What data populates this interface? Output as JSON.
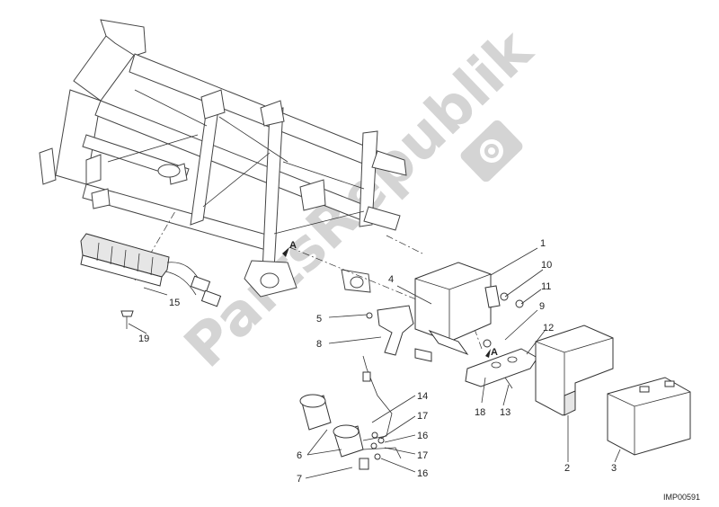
{
  "diagram": {
    "ref_code": "IMP00591",
    "watermark": "PartsRepublik",
    "marker_a_1": "A",
    "marker_a_2": "A",
    "callouts": [
      {
        "id": "c1",
        "label": "1"
      },
      {
        "id": "c2",
        "label": "2"
      },
      {
        "id": "c3",
        "label": "3"
      },
      {
        "id": "c4",
        "label": "4"
      },
      {
        "id": "c5",
        "label": "5"
      },
      {
        "id": "c6",
        "label": "6"
      },
      {
        "id": "c7",
        "label": "7"
      },
      {
        "id": "c8",
        "label": "8"
      },
      {
        "id": "c9",
        "label": "9"
      },
      {
        "id": "c10",
        "label": "10"
      },
      {
        "id": "c11",
        "label": "11"
      },
      {
        "id": "c12",
        "label": "12"
      },
      {
        "id": "c13",
        "label": "13"
      },
      {
        "id": "c14",
        "label": "14"
      },
      {
        "id": "c15",
        "label": "15"
      },
      {
        "id": "c16a",
        "label": "16"
      },
      {
        "id": "c16b",
        "label": "16"
      },
      {
        "id": "c17a",
        "label": "17"
      },
      {
        "id": "c17b",
        "label": "17"
      },
      {
        "id": "c18",
        "label": "18"
      },
      {
        "id": "c19",
        "label": "19"
      }
    ],
    "colors": {
      "line": "#333333",
      "watermark": "#d4d4d4",
      "background": "#ffffff"
    }
  }
}
